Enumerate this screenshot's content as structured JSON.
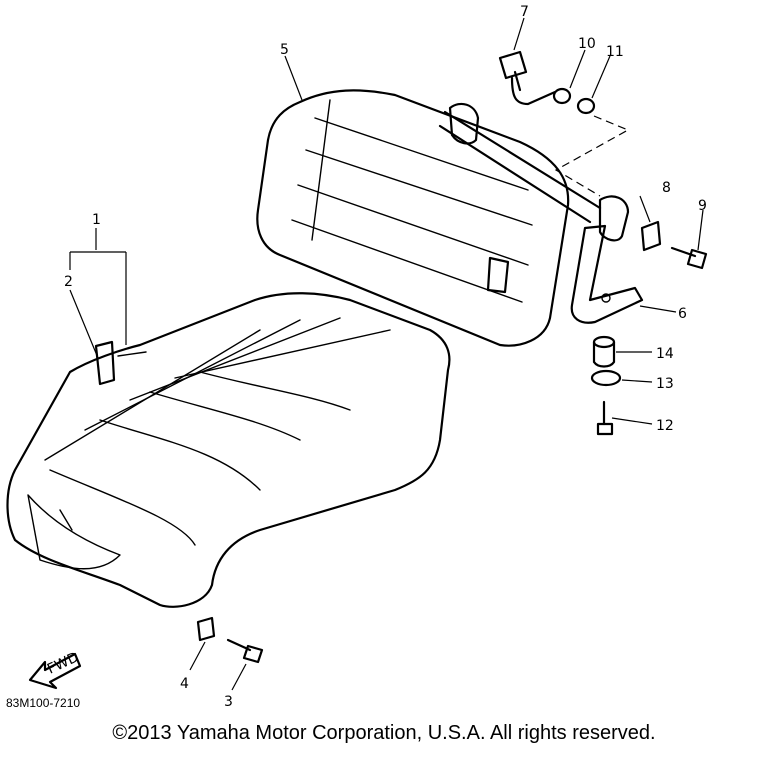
{
  "diagram": {
    "callouts": [
      "1",
      "2",
      "3",
      "4",
      "5",
      "6",
      "7",
      "8",
      "9",
      "10",
      "11",
      "12",
      "13",
      "14"
    ],
    "fwd_label": "FWD",
    "diagram_code": "83M100-7210",
    "copyright": "©2013 Yamaha Motor Corporation, U.S.A. All rights reserved."
  }
}
